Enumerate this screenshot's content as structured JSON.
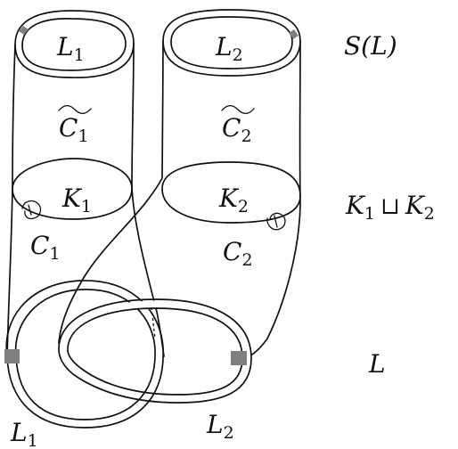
{
  "labels": {
    "top_L1": {
      "base": "L",
      "sub": "1"
    },
    "top_L2": {
      "base": "L",
      "sub": "2"
    },
    "S_of_L": "S(L)",
    "C1_tilde": {
      "base": "C",
      "sub": "1"
    },
    "C2_tilde": {
      "base": "C",
      "sub": "2"
    },
    "K1": {
      "base": "K",
      "sub": "1"
    },
    "K2": {
      "base": "K",
      "sub": "2"
    },
    "K1_sqcup_K2": {
      "a": "K",
      "a_sub": "1",
      "op": "⊔",
      "b": "K",
      "b_sub": "2"
    },
    "C1": {
      "base": "C",
      "sub": "1"
    },
    "C2": {
      "base": "C",
      "sub": "2"
    },
    "L": "L",
    "bottom_L1": {
      "base": "L",
      "sub": "1"
    },
    "bottom_L2": {
      "base": "L",
      "sub": "2"
    }
  },
  "colors": {
    "stroke": "#111111",
    "marker": "#808080",
    "background": "#ffffff"
  }
}
